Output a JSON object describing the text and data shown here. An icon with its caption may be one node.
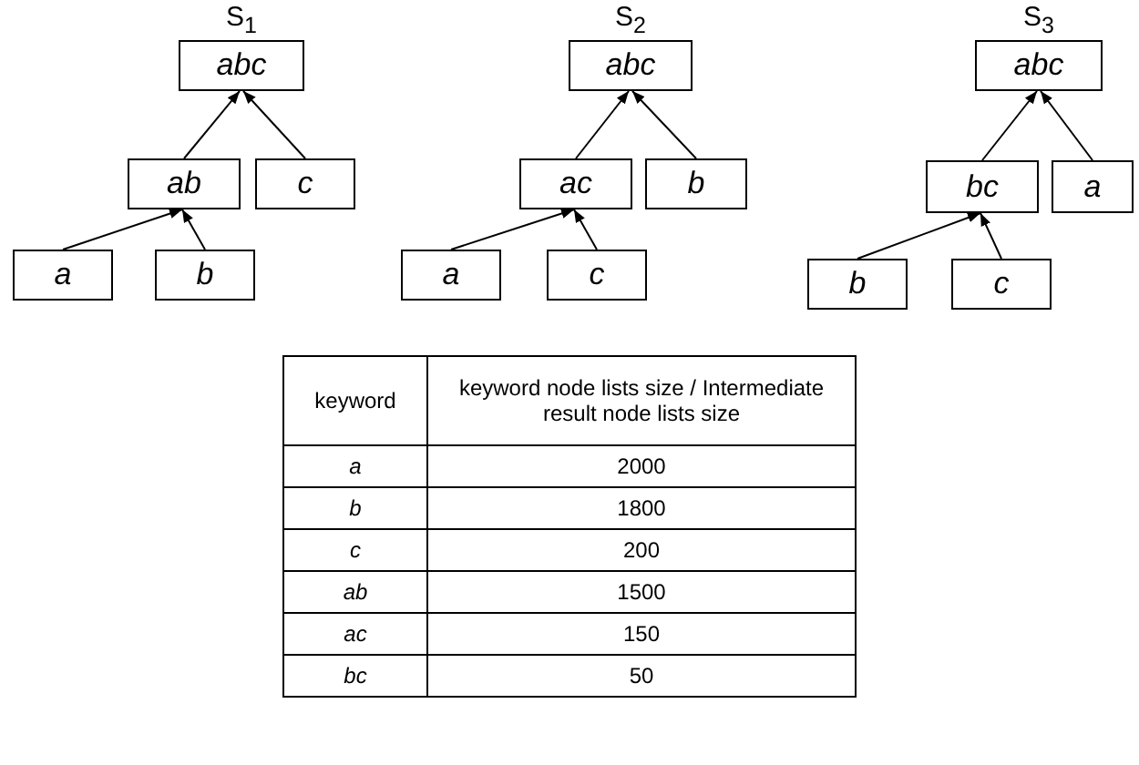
{
  "diagram": {
    "nodes": [
      {
        "text": [
          "S$_{1}$",
          "abc"
        ]
      },
      {
        "text": [
          "ab"
        ]
      },
      {
        "text": [
          "c"
        ]
      },
      {
        "text": [
          "a"
        ]
      },
      {
        "text": [
          "b"
        ]
      },
      {
        "text": [
          "S$_{2}$",
          "abc"
        ]
      },
      {
        "text": [
          "ac"
        ]
      },
      {
        "text": [
          "b"
        ]
      },
      {
        "text": [
          "a"
        ]
      },
      {
        "text": [
          "c"
        ]
      },
      {
        "text": [
          "S$_{3}$",
          "abc"
        ]
      },
      {
        "text": [
          "bc"
        ]
      },
      {
        "text": [
          "a"
        ]
      },
      {
        "text": [
          "b"
        ]
      },
      {
        "text": [
          "c"
        ]
      }
    ],
    "edges": [
      {
        "from": 1,
        "to": 0,
        "arrow": "to"
      },
      {
        "from": 2,
        "to": 0,
        "arrow": "to"
      },
      {
        "from": 3,
        "to": 1,
        "arrow": "to"
      },
      {
        "from": 4,
        "to": 1,
        "arrow": "to"
      },
      {
        "from": 6,
        "to": 5,
        "arrow": "to"
      },
      {
        "from": 7,
        "to": 5,
        "arrow": "to"
      },
      {
        "from": 8,
        "to": 6,
        "arrow": "to"
      },
      {
        "from": 9,
        "to": 6,
        "arrow": "to"
      },
      {
        "from": 11,
        "to": 10,
        "arrow": "to"
      },
      {
        "from": 12,
        "to": 10,
        "arrow": "to"
      },
      {
        "from": 13,
        "to": 11,
        "arrow": "to"
      },
      {
        "from": 14,
        "to": 11,
        "arrow": "to"
      }
    ],
    "labels": [
      "keyword",
      "keyword node lists size / Intermediate result node lists size",
      "a",
      "2000",
      "b",
      "1800",
      "c",
      "200",
      "ab",
      "1500",
      "ac",
      "150",
      "bc",
      "50"
    ]
  }
}
